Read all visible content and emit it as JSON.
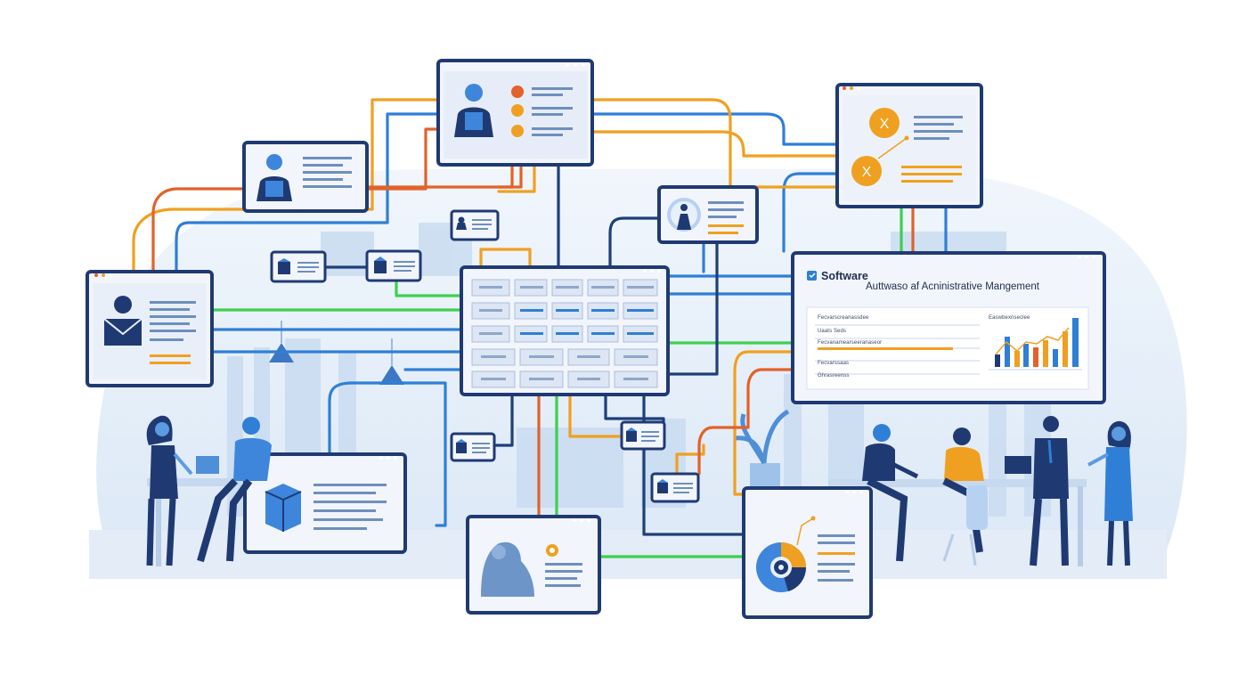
{
  "main_window": {
    "brand_label": "Software",
    "title": "Auttwaso af Acninistrative Mangement",
    "dashboard_labels": [
      "Fecvarscreanassdee",
      "Uaats Seds",
      "Fecvanamearseeranaseor",
      "Fecvarssaas",
      "Ghrasreenss",
      "Easwbexnseclee"
    ]
  },
  "colors": {
    "navy": "#1f3a73",
    "blue": "#2f7fd6",
    "orange": "#f0a020",
    "orange_red": "#e2622a",
    "green": "#3ecf4f",
    "window_fill": "#f2f5fb",
    "background_blob": "#e6eff9"
  }
}
